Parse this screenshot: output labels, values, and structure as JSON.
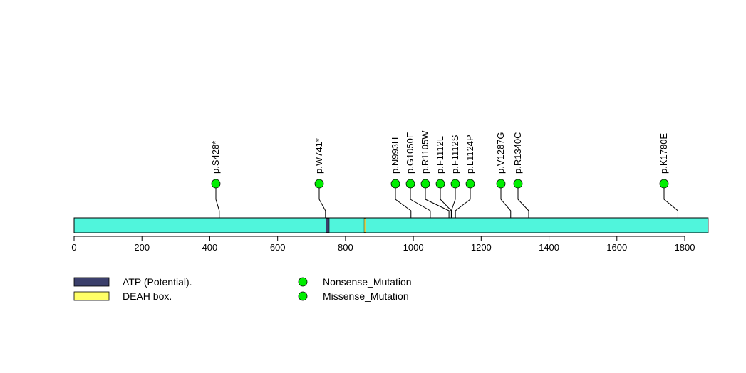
{
  "chart_data": {
    "type": "lollipop",
    "protein_length": 1869,
    "xlim": [
      0,
      1869
    ],
    "x_ticks": [
      0,
      200,
      400,
      600,
      800,
      1000,
      1200,
      1400,
      1600,
      1800
    ],
    "domains": [
      {
        "name": "ATP (Potential).",
        "start": 743,
        "end": 752,
        "color": "#3b3f6b"
      },
      {
        "name": "DEAH box.",
        "start": 855,
        "end": 858,
        "color": "#ffff66"
      }
    ],
    "mutations": [
      {
        "label": "p.S428*",
        "position": 428,
        "type": "Nonsense_Mutation"
      },
      {
        "label": "p.W741*",
        "position": 741,
        "type": "Nonsense_Mutation"
      },
      {
        "label": "p.N993H",
        "position": 993,
        "type": "Missense_Mutation"
      },
      {
        "label": "p.G1050E",
        "position": 1050,
        "type": "Missense_Mutation"
      },
      {
        "label": "p.R1105W",
        "position": 1105,
        "type": "Missense_Mutation"
      },
      {
        "label": "p.F1112L",
        "position": 1112,
        "type": "Missense_Mutation"
      },
      {
        "label": "p.F1112S",
        "position": 1112,
        "type": "Missense_Mutation"
      },
      {
        "label": "p.L1124P",
        "position": 1124,
        "type": "Missense_Mutation"
      },
      {
        "label": "p.V1287G",
        "position": 1287,
        "type": "Missense_Mutation"
      },
      {
        "label": "p.R1340C",
        "position": 1340,
        "type": "Missense_Mutation"
      },
      {
        "label": "p.K1780E",
        "position": 1780,
        "type": "Missense_Mutation"
      }
    ],
    "legend": {
      "domains": [
        "ATP (Potential).",
        "DEAH box."
      ],
      "mutation_types": [
        {
          "name": "Nonsense_Mutation",
          "color": "#00ee00"
        },
        {
          "name": "Missense_Mutation",
          "color": "#00ee00"
        }
      ]
    },
    "protein_color": "#50f5dc"
  }
}
